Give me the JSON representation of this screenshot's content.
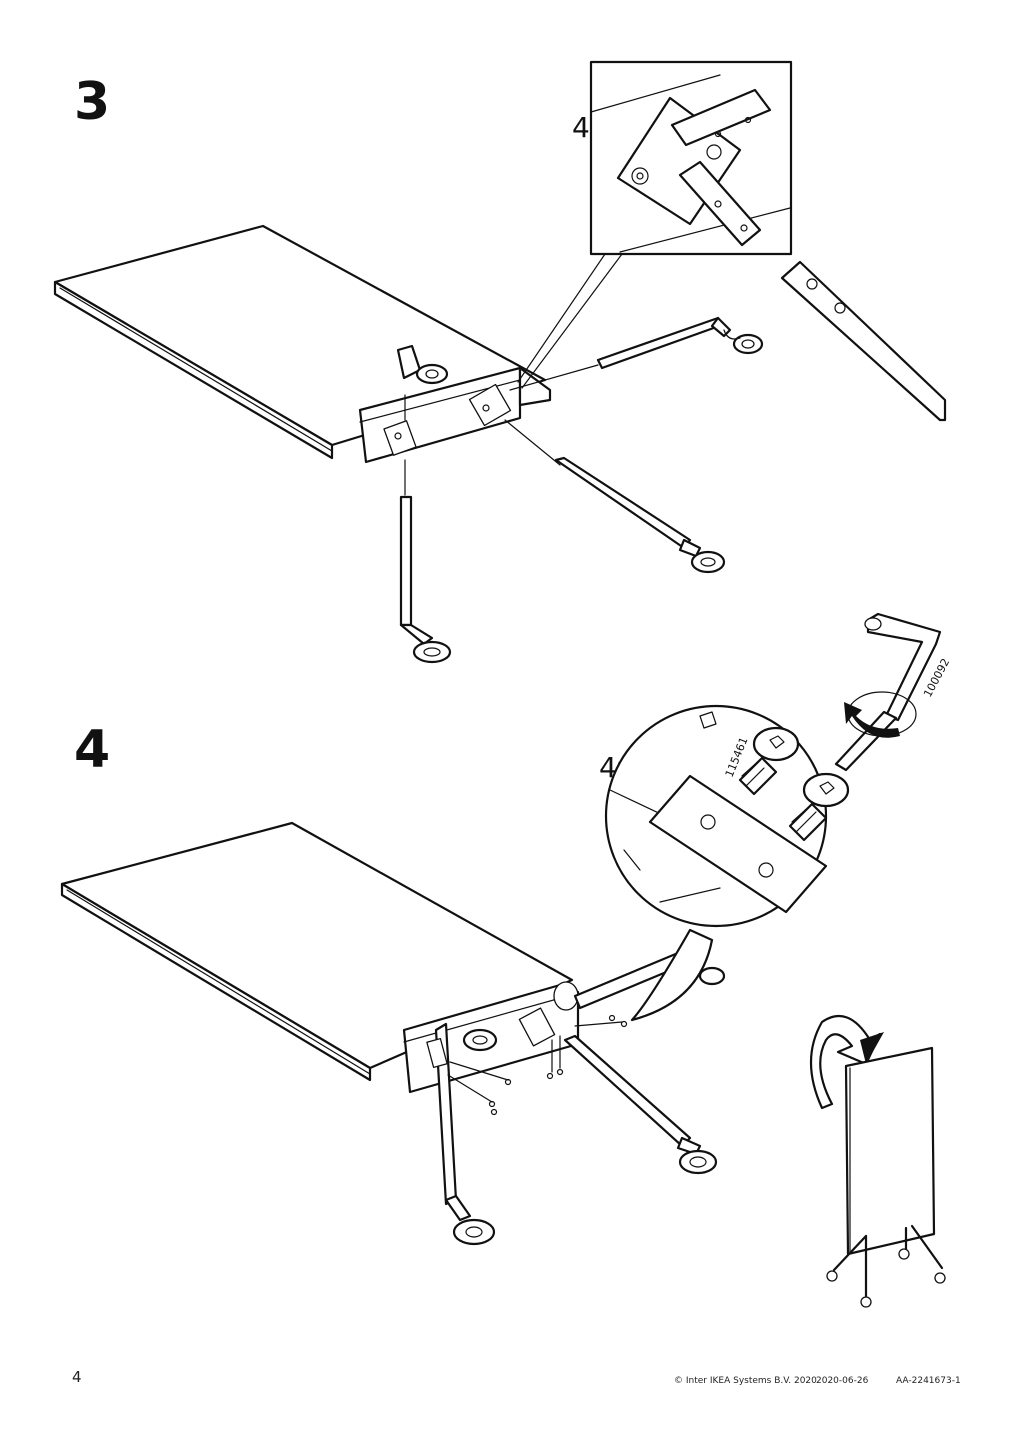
{
  "steps": [
    {
      "number": "3",
      "quantity": "4x"
    },
    {
      "number": "4",
      "quantity": "4x",
      "screw_code": "115461",
      "tool_code": "100092"
    }
  ],
  "footer": {
    "page_number": "4",
    "copyright": "© Inter IKEA Systems B.V. 2020",
    "date": "2020-06-26",
    "doc_id": "AA-2241673-1"
  },
  "icons": [
    "allen-key-icon",
    "rotate-arrow-icon",
    "flip-arrow-icon",
    "screw-icon",
    "caster-icon"
  ]
}
